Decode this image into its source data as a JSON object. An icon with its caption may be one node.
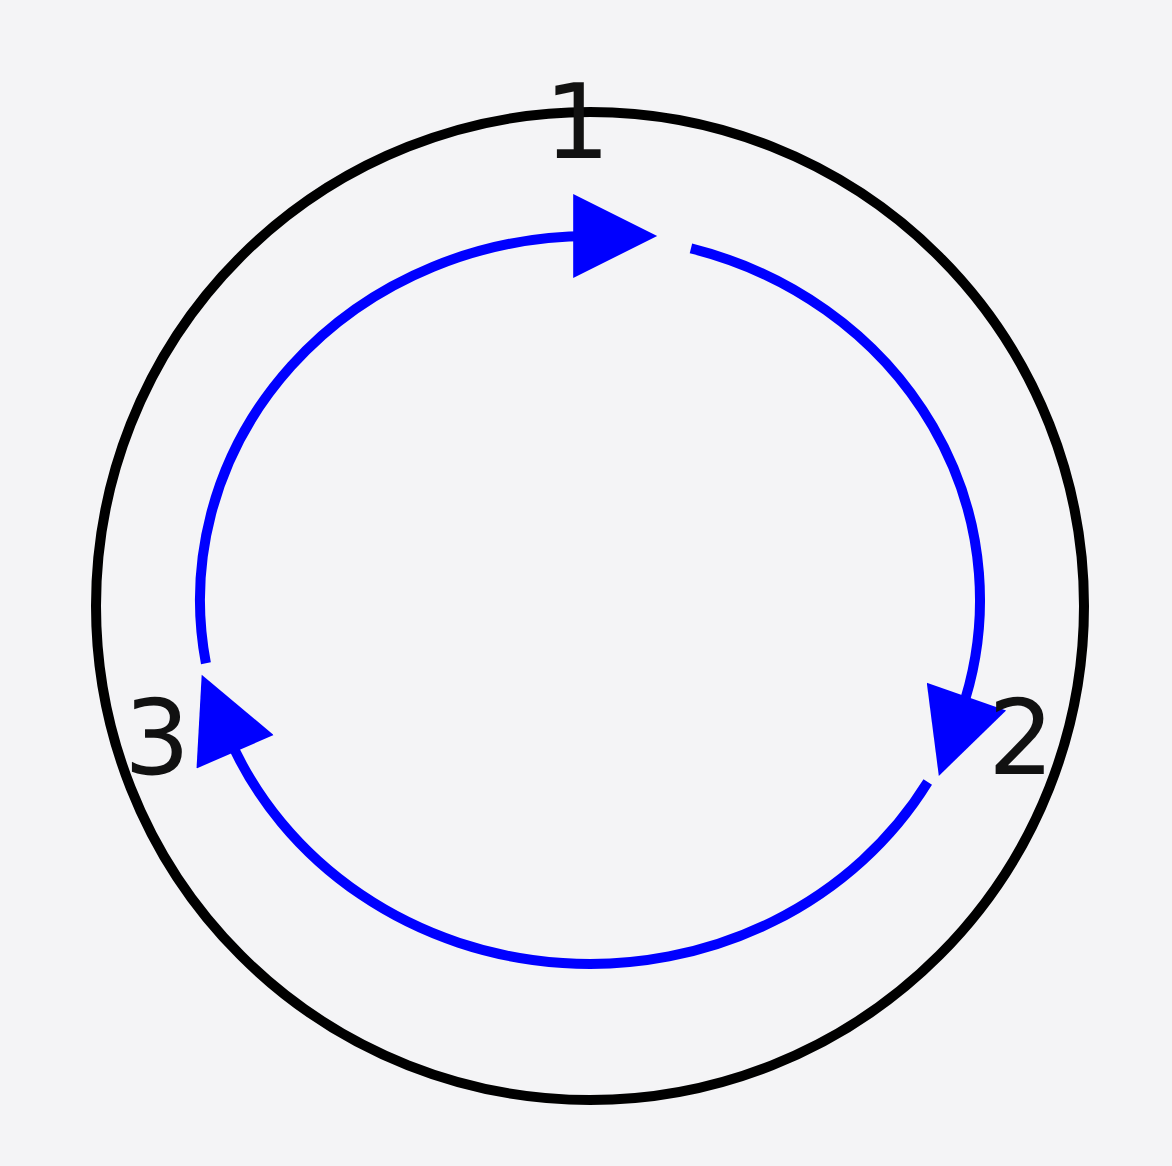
{
  "diagram": {
    "nodes": [
      {
        "text": [
          "1"
        ]
      },
      {
        "text": [
          "2"
        ]
      },
      {
        "text": [
          "3"
        ]
      }
    ],
    "edges": [
      {
        "from": 0,
        "to": 1,
        "arrow": "to"
      },
      {
        "from": 1,
        "to": 2,
        "arrow": "to"
      },
      {
        "from": 2,
        "to": 0,
        "arrow": "to"
      }
    ]
  }
}
